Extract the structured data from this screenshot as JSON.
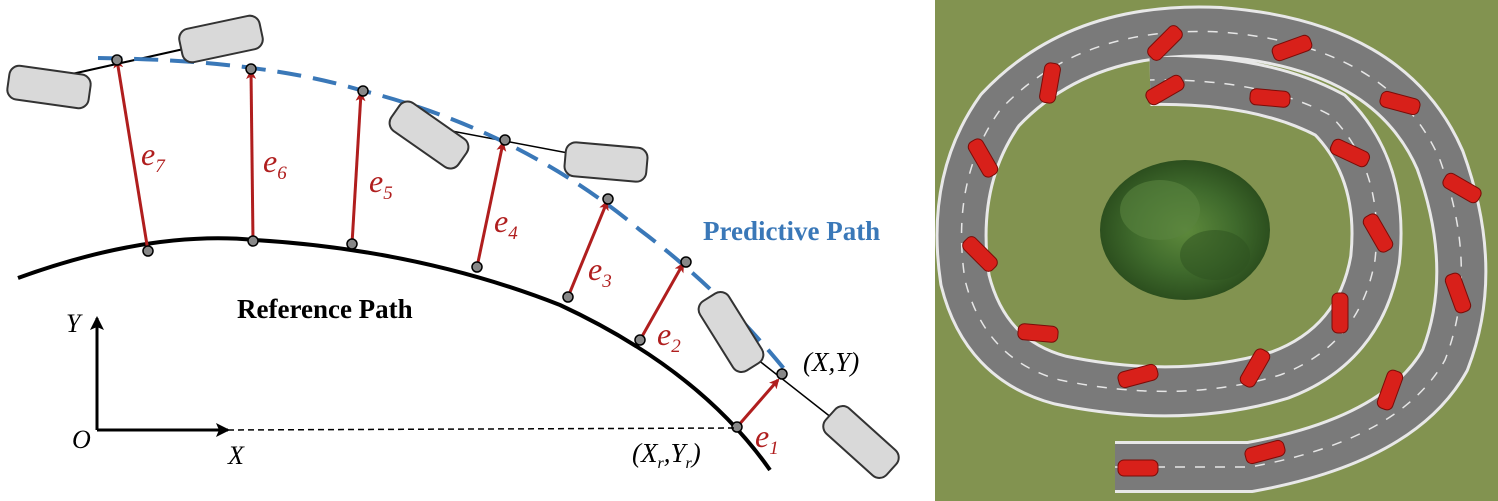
{
  "labels": {
    "predictive_path": "Predictive Path",
    "reference_path": "Reference Path",
    "axis_x": "X",
    "axis_y": "Y",
    "origin": "O",
    "point_xy": "(X,Y)",
    "point_xr": "(X",
    "point_xr_sub": "r",
    "point_yr": ",Y",
    "point_yr_sub": "r",
    "point_close": ")"
  },
  "errors": [
    {
      "letter": "e",
      "sub": "1"
    },
    {
      "letter": "e",
      "sub": "2"
    },
    {
      "letter": "e",
      "sub": "3"
    },
    {
      "letter": "e",
      "sub": "4"
    },
    {
      "letter": "e",
      "sub": "5"
    },
    {
      "letter": "e",
      "sub": "6"
    },
    {
      "letter": "e",
      "sub": "7"
    }
  ],
  "colors": {
    "predictive_path": "#3a78b8",
    "error_arrow": "#b01e1e",
    "reference_path": "#000000",
    "vehicle_body": "#d9d9d9",
    "grass": "#7f8f4d",
    "road": "#7a7a7a",
    "car": "#d8201a",
    "tree": "#3f6a2c"
  }
}
